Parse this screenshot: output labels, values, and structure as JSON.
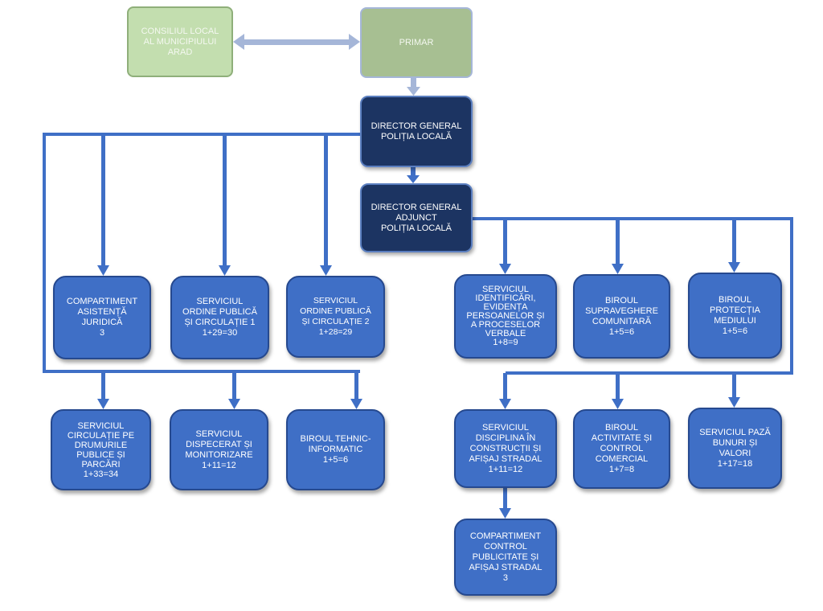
{
  "colors": {
    "connector": "#3f6fc6",
    "box_blue": "#3f6fc6",
    "box_navy": "#1c3462",
    "box_green_light": "#c3deaf",
    "box_green_mid": "#a7bf92"
  },
  "nodes": {
    "consiliu": "CONSILIUL LOCAL\nAL MUNICIPIULUI\nARAD",
    "primar": "PRIMAR",
    "director_general": "DIRECTOR GENERAL\nPOLIȚIA LOCALĂ",
    "director_adjunct": "DIRECTOR GENERAL\nADJUNCT\nPOLIȚIA LOCALĂ",
    "asistenta_juridica": "COMPARTIMENT\nASISTENȚĂ\nJURIDICĂ\n3",
    "ordine_publica_1": "SERVICIUL\nORDINE PUBLICĂ\nȘI CIRCULAȚIE 1\n1+29=30",
    "ordine_publica_2": "SERVICIUL\nORDINE PUBLICĂ\nȘI CIRCULAȚIE 2\n1+28=29",
    "identificari": "SERVICIUL\nIDENTIFICĂRI,\nEVIDENȚA\nPERSOANELOR ȘI\nA PROCESELOR\nVERBALE\n1+8=9",
    "supraveghere": "BIROUL\nSUPRAVEGHERE\nCOMUNITARĂ\n1+5=6",
    "protectia_mediului": "BIROUL\nPROTECȚIA\nMEDIULUI\n1+5=6",
    "circulatie_drumuri": "SERVICIUL\nCIRCULAȚIE PE\nDRUMURILE\nPUBLICE ȘI\nPARCĂRI\n1+33=34",
    "dispecerat": "SERVICIUL\nDISPECERAT ȘI\nMONITORIZARE\n1+11=12",
    "tehnic_informatic": "BIROUL TEHNIC-\nINFORMATIC\n1+5=6",
    "disciplina_constructii": "SERVICIUL\nDISCIPLINA ÎN\nCONSTRUCȚII ȘI\nAFIȘAJ STRADAL\n1+11=12",
    "activitate_comercial": "BIROUL\nACTIVITATE ȘI\nCONTROL\nCOMERCIAL\n1+7=8",
    "paza_bunuri": "SERVICIUL PAZĂ\nBUNURI ȘI\nVALORI\n1+17=18",
    "control_publicitate": "COMPARTIMENT\nCONTROL\nPUBLICITATE ȘI\nAFIȘAJ STRADAL\n3"
  }
}
